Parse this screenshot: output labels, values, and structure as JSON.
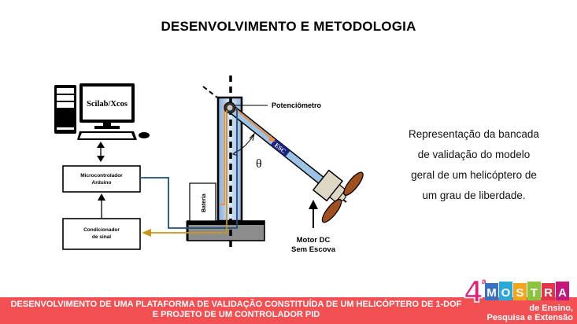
{
  "title": "DESENVOLVIMENTO E METODOLOGIA",
  "diagram": {
    "computer_label": "Scilab/Xcos",
    "microcontroller_label_line1": "Microcontrolador",
    "microcontroller_label_line2": "Arduino",
    "conditioner_label_line1": "Condicionador",
    "conditioner_label_line2": "de sinal",
    "battery_label": "Bateria",
    "potentiometer_label": "Potenciômetro",
    "esc_label": "ESC",
    "angle_label": "θ",
    "motor_label_line1": "Motor DC",
    "motor_label_line2": "Sem Escova",
    "colors": {
      "blue_wire": "#1f4e79",
      "gold_wire": "#c8961e",
      "orange_wire": "#f08a3c",
      "beam_fill": "#9cc3e6",
      "esc_fill": "#1a237e",
      "motor_fill": "#ddd8c4",
      "propeller_fill": "#a0501e",
      "base_fill": "#8c8c8c"
    }
  },
  "caption": {
    "line1": "Representação da bancada",
    "line2": "de validação do modelo",
    "line3": "geral de um helicóptero de",
    "line4": "um grau de liberdade."
  },
  "footer": {
    "line1": "DESENVOLVIMENTO DE UMA PLATAFORMA DE VALIDAÇÃO CONSTITUÍDA DE UM HELICÓPTERO DE 1-DOF",
    "line2": "E PROJETO DE UM CONTROLADOR PID",
    "background": "#f25053"
  },
  "logo": {
    "number": "4",
    "ordinal": "a",
    "letters": [
      "M",
      "O",
      "S",
      "T",
      "R",
      "A"
    ],
    "letter_colors": [
      "#3b6fc4",
      "#2aa8d8",
      "#f4a51c",
      "#8bc43f",
      "#e5344a",
      "#c3177a"
    ],
    "subtitle_line1": "de Ensino,",
    "subtitle_line2": "Pesquisa e Extensão"
  }
}
